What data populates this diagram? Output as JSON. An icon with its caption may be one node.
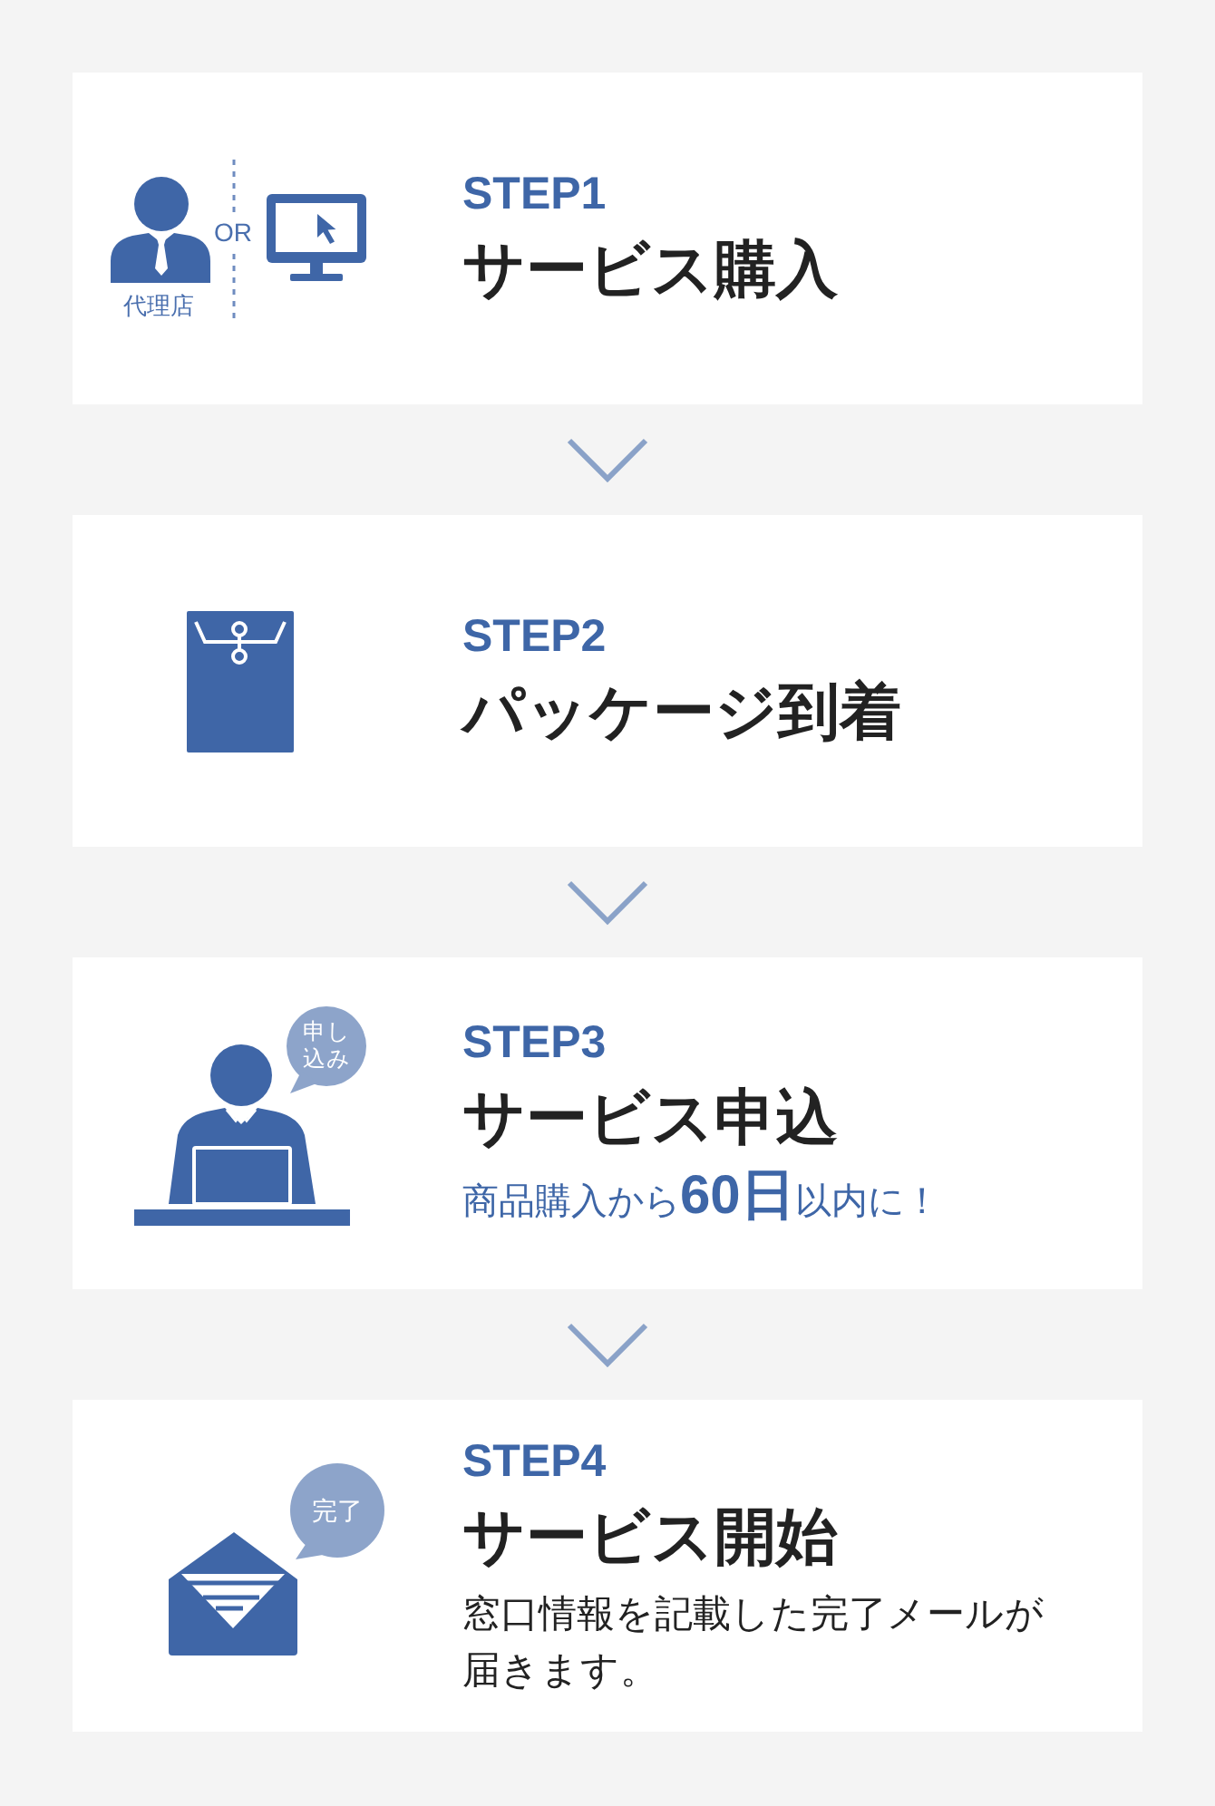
{
  "diagram": {
    "nodes": [
      {
        "text": [
          "STEP1",
          "サービス購入"
        ]
      },
      {
        "text": [
          "STEP2",
          "パッケージ到着"
        ]
      },
      {
        "text": [
          "STEP3",
          "サービス申込",
          "商品購入から**60日**以内に！"
        ]
      },
      {
        "text": [
          "申し込み"
        ],
        "in": 2
      },
      {
        "text": [
          "STEP4",
          "サービス開始",
          "窓口情報を記載した完了メールが届きます。"
        ]
      },
      {
        "text": [
          "完了"
        ],
        "in": 4
      }
    ],
    "edges": [
      {
        "from": 0,
        "to": 1,
        "arrow": "to"
      },
      {
        "from": 1,
        "to": 2,
        "arrow": "to"
      },
      {
        "from": 2,
        "to": 4,
        "arrow": "to"
      }
    ],
    "labels": [
      "代理店",
      "OR"
    ]
  }
}
